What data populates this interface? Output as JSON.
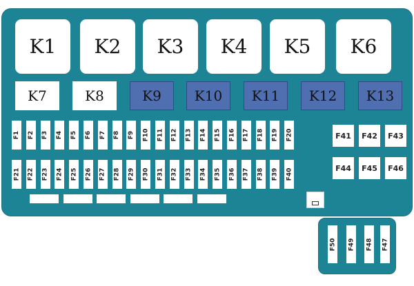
{
  "relays_top": [
    "K1",
    "K2",
    "K3",
    "K4",
    "K5",
    "K6"
  ],
  "relays_mid": [
    {
      "label": "K7",
      "color": "#ffffff"
    },
    {
      "label": "K8",
      "color": "#ffffff"
    },
    {
      "label": "K9",
      "color": "#4f6fb1"
    },
    {
      "label": "K10",
      "color": "#4f6fb1"
    },
    {
      "label": "K11",
      "color": "#4f6fb1"
    },
    {
      "label": "K12",
      "color": "#4f6fb1"
    },
    {
      "label": "K13",
      "color": "#4f6fb1"
    }
  ],
  "fuses_row1": [
    "F1",
    "F2",
    "F3",
    "F4",
    "F5",
    "F6",
    "F7",
    "F8",
    "F9",
    "F10",
    "F11",
    "F12",
    "F13",
    "F14",
    "F15",
    "F16",
    "F17",
    "F18",
    "F19",
    "F20"
  ],
  "fuses_row2": [
    "F21",
    "F22",
    "F23",
    "F24",
    "F25",
    "F26",
    "F27",
    "F28",
    "F29",
    "F30",
    "F31",
    "F32",
    "F33",
    "F34",
    "F35",
    "F36",
    "F37",
    "F38",
    "F39",
    "F40"
  ],
  "fuses_right": [
    "F41",
    "F42",
    "F43",
    "F44",
    "F45",
    "F46"
  ],
  "fuses_sub": [
    "F50",
    "F49",
    "F48",
    "F47"
  ],
  "colors": {
    "board": "#1d8496",
    "relay_blue": "#4f6fb1",
    "slot": "#ffffff"
  }
}
